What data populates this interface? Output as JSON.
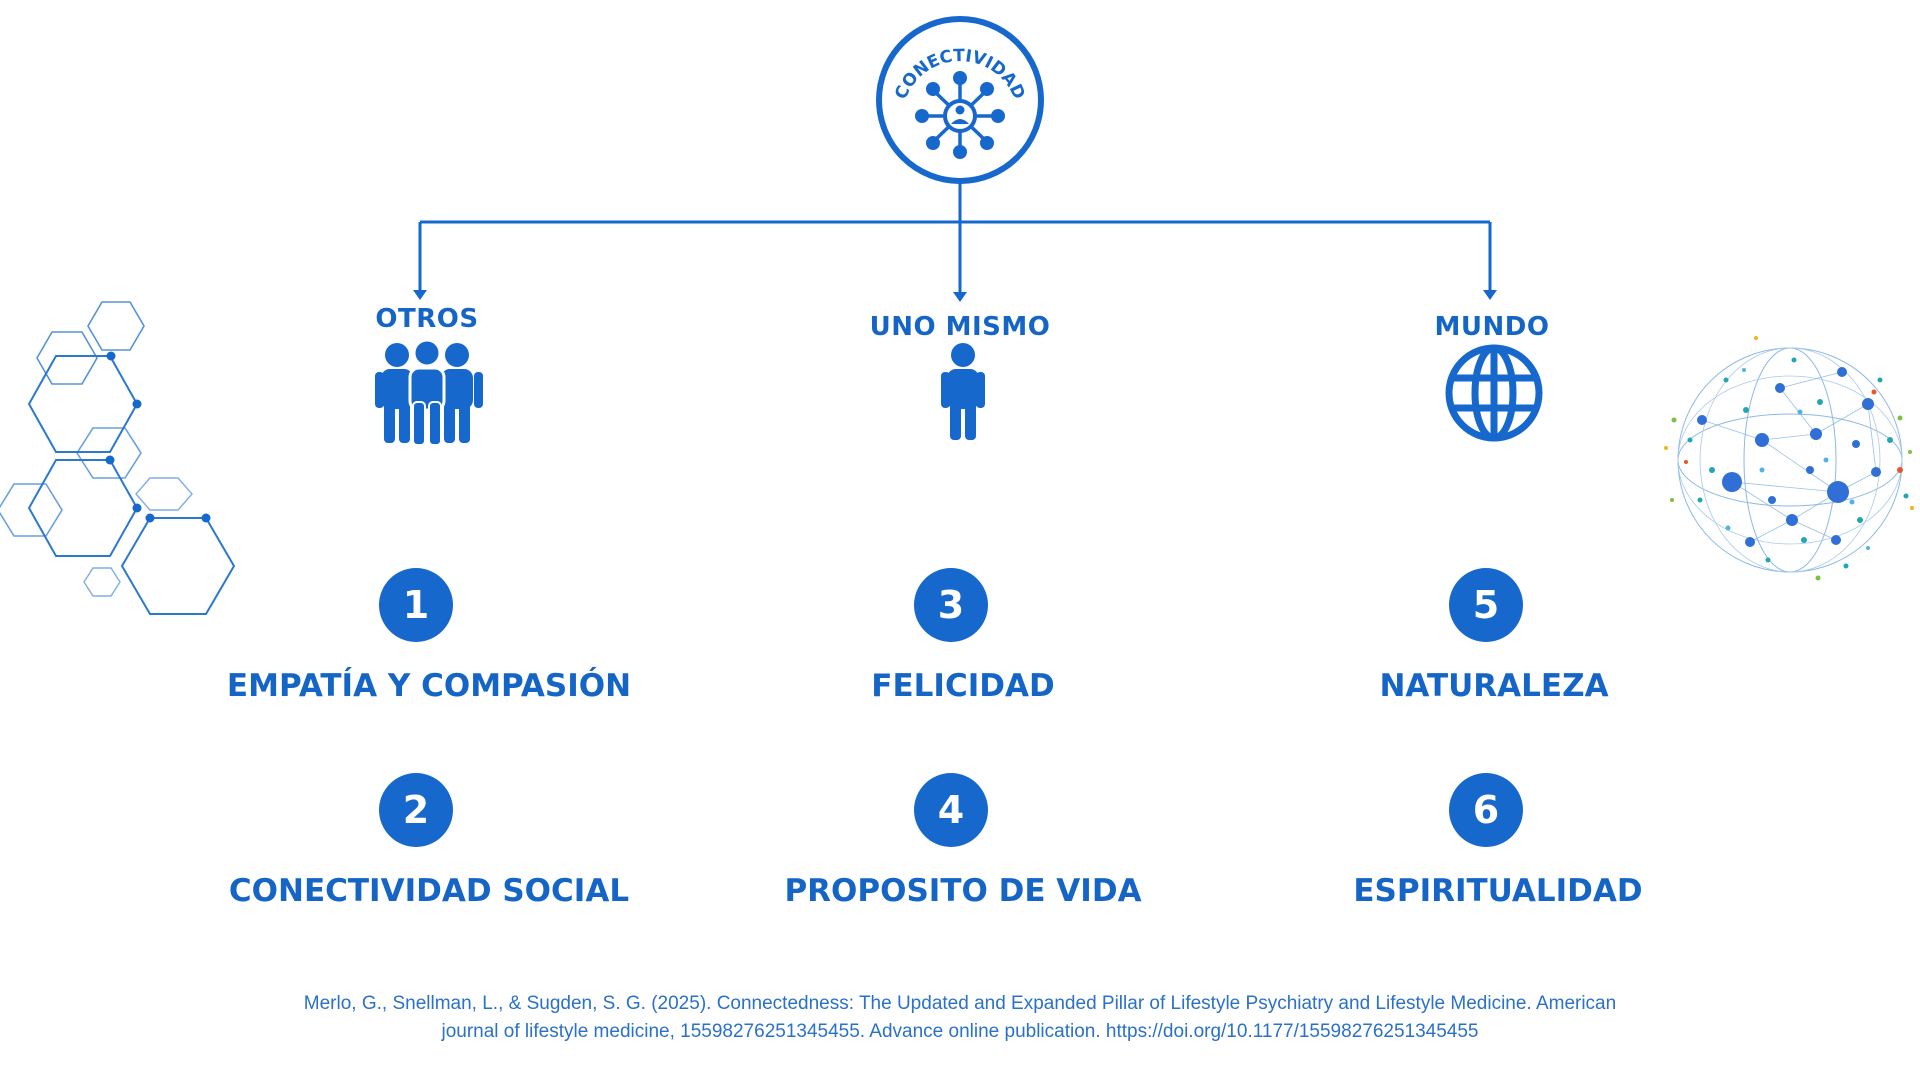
{
  "colors": {
    "primary": "#1668cd",
    "text": "#1565c7",
    "citation": "#2a71c9"
  },
  "root": {
    "label": "CONECTIVIDAD",
    "icon": "network-people-icon"
  },
  "branches": [
    {
      "title": "OTROS",
      "icon": "group-people-icon",
      "items": [
        {
          "number": "1",
          "label": "EMPATÍA Y COMPASIÓN"
        },
        {
          "number": "2",
          "label": "CONECTIVIDAD SOCIAL"
        }
      ]
    },
    {
      "title": "UNO MISMO",
      "icon": "person-icon",
      "items": [
        {
          "number": "3",
          "label": "FELICIDAD"
        },
        {
          "number": "4",
          "label": "PROPOSITO DE VIDA"
        }
      ]
    },
    {
      "title": "MUNDO",
      "icon": "globe-icon",
      "items": [
        {
          "number": "5",
          "label": "NATURALEZA"
        },
        {
          "number": "6",
          "label": "ESPIRITUALIDAD"
        }
      ]
    }
  ],
  "citation": {
    "line1": "Merlo, G., Snellman, L., & Sugden, S. G. (2025). Connectedness: The Updated and Expanded Pillar of Lifestyle Psychiatry and Lifestyle Medicine. American",
    "line2": "journal of lifestyle medicine, 15598276251345455. Advance online publication. https://doi.org/10.1177/15598276251345455"
  }
}
